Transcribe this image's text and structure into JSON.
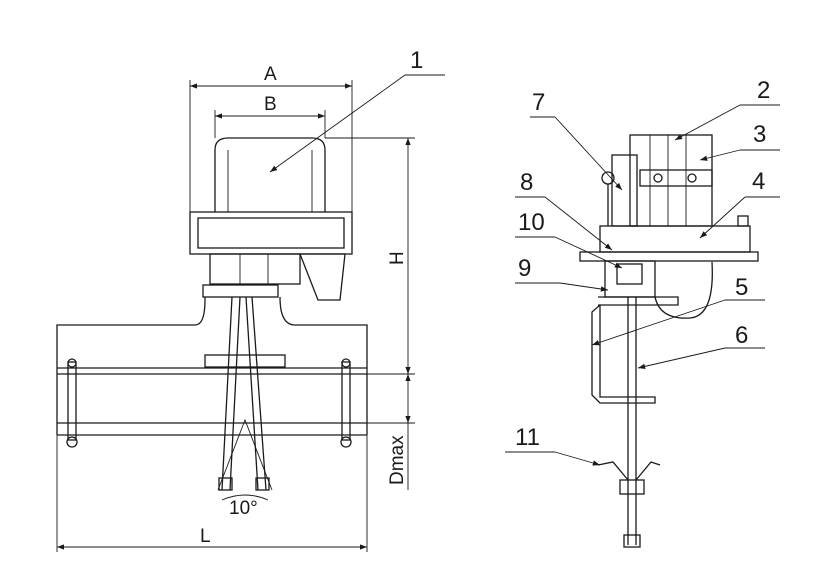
{
  "dimensions": {
    "A": "A",
    "B": "B",
    "H": "H",
    "Dmax": "Dmax",
    "L": "L",
    "angle": "10°"
  },
  "callouts": {
    "c1": "1",
    "c2": "2",
    "c3": "3",
    "c4": "4",
    "c5": "5",
    "c6": "6",
    "c7": "7",
    "c8": "8",
    "c9": "9",
    "c10": "10",
    "c11": "11"
  }
}
